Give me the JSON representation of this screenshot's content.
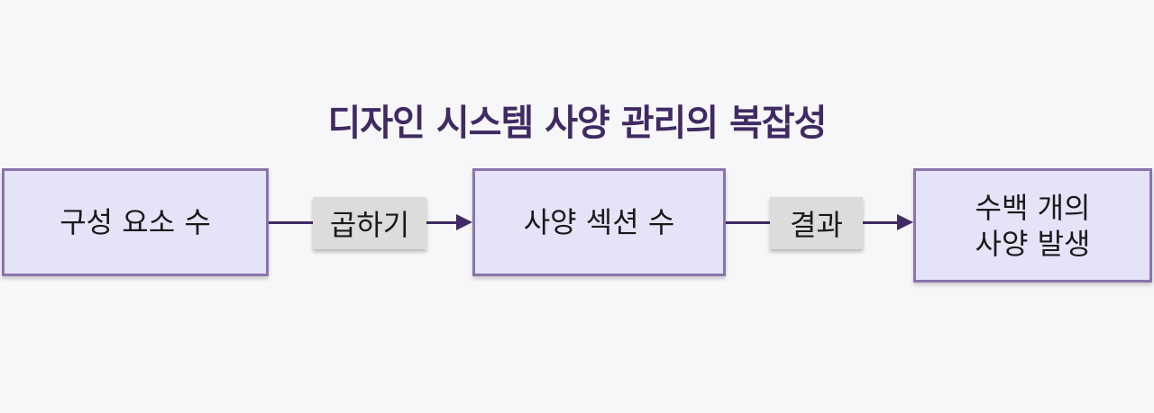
{
  "title": "디자인 시스템 사양 관리의 복잡성",
  "nodes": [
    {
      "id": "components",
      "lines": [
        "구성 요소 수"
      ]
    },
    {
      "id": "spec-sections",
      "lines": [
        "사양 섹션 수"
      ]
    },
    {
      "id": "result",
      "lines": [
        "수백 개의",
        "사양 발생"
      ]
    }
  ],
  "edges": [
    {
      "from": "components",
      "to": "spec-sections",
      "label": "곱하기"
    },
    {
      "from": "spec-sections",
      "to": "result",
      "label": "결과"
    }
  ],
  "colors": {
    "title": "#3f2a63",
    "box_fill": "#e5e3f8",
    "box_border": "#8a74ad",
    "connector": "#3f2a63",
    "label_fill": "#dcdcdc"
  }
}
